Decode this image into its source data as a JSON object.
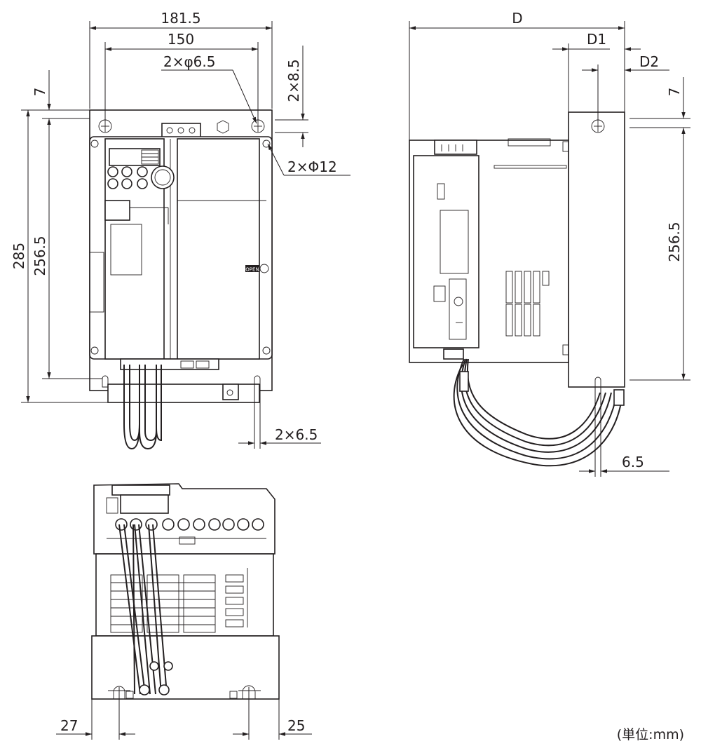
{
  "front_view": {
    "width_overall": "181.5",
    "mount_pitch_horizontal": "150",
    "mount_hole_top": "2×φ6.5",
    "mount_slot_height": "2×8.5",
    "top_offset": "7",
    "corner_hole": "2×Φ12",
    "height_overall": "285",
    "mount_pitch_vertical": "256.5",
    "bottom_slot_width": "2×6.5",
    "open_label": "OPEN"
  },
  "side_view": {
    "depth": "D",
    "depth_1": "D1",
    "depth_2": "D2",
    "top_offset": "7",
    "mount_pitch_vertical": "256.5",
    "slot_width": "6.5"
  },
  "bottom_view": {
    "left_offset": "27",
    "right_offset": "25"
  },
  "unit_note": "(単位:mm)"
}
